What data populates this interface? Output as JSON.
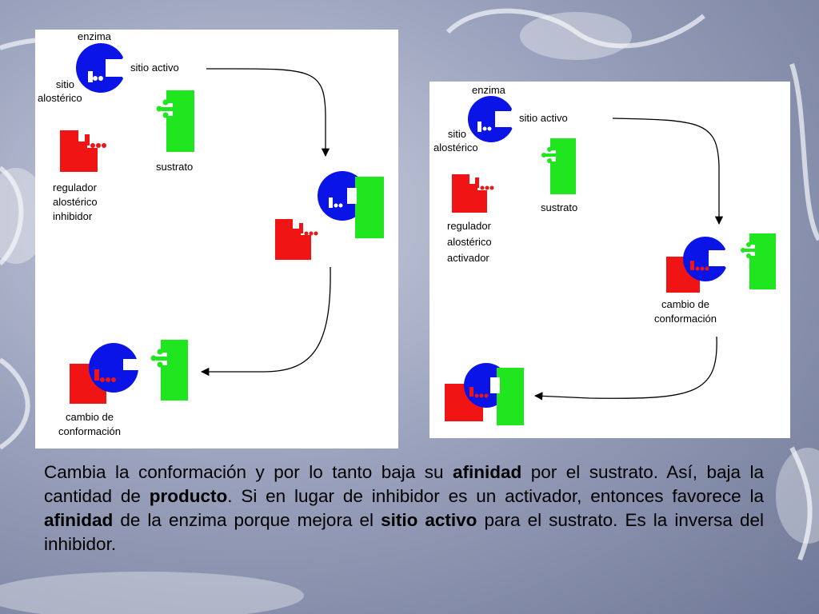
{
  "colors": {
    "enzyme": "#0a14e6",
    "substrate": "#1fe61f",
    "regulator": "#f01414",
    "arrow": "#000000",
    "panel": "#ffffff"
  },
  "left_panel": {
    "enzyme_label": "enzima",
    "active_site_label": "sitio activo",
    "allosteric_site_label_1": "sitio",
    "allosteric_site_label_2": "alostérico",
    "substrate_label": "sustrato",
    "regulator_label_1": "regulador",
    "regulator_label_2": "alostérico",
    "regulator_label_3": "inhibidor",
    "conformation_label_1": "cambio de",
    "conformation_label_2": "conformación"
  },
  "right_panel": {
    "enzyme_label": "enzima",
    "active_site_label": "sitio activo",
    "allosteric_site_label_1": "sitio",
    "allosteric_site_label_2": "alostérico",
    "substrate_label": "sustrato",
    "regulator_label_1": "regulador",
    "regulator_label_2": "alostérico",
    "regulator_label_3": "activador",
    "conformation_label_1": "cambio de",
    "conformation_label_2": "conformación"
  },
  "caption": {
    "s1": "Cambia la conformación y por lo tanto baja su ",
    "b1": "afinidad",
    "s2": " por el sustrato. Así, baja la cantidad de ",
    "b2": "producto",
    "s3": ". Si en lugar de inhibidor es un activador, entonces favorece la ",
    "b3": "afinidad",
    "s4": " de la enzima porque mejora el ",
    "b4": "sitio activo",
    "s5": " para el sustrato. Es la inversa del inhibidor."
  }
}
